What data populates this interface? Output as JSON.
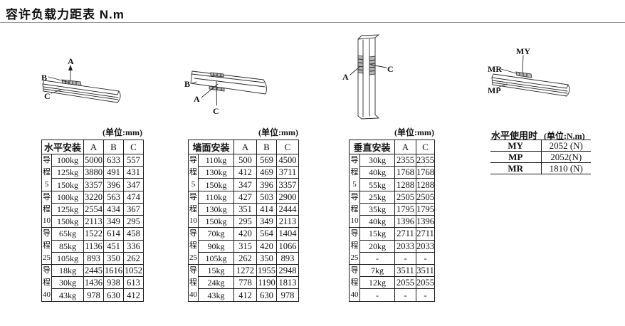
{
  "page": {
    "title": "容许负载力距表 N.m"
  },
  "sections": [
    {
      "unit_label": "(单位:mm)",
      "diagram_labels": [
        "A",
        "B",
        "C"
      ],
      "table": {
        "title": "水平安装",
        "columns": [
          "A",
          "B",
          "C"
        ],
        "groups": [
          {
            "lead": "导程5",
            "rows": [
              [
                "100kg",
                "5000",
                "633",
                "557"
              ],
              [
                "125kg",
                "3880",
                "491",
                "431"
              ],
              [
                "150kg",
                "3357",
                "396",
                "347"
              ]
            ]
          },
          {
            "lead": "导程10",
            "rows": [
              [
                "100kg",
                "3220",
                "563",
                "474"
              ],
              [
                "125kg",
                "2554",
                "434",
                "367"
              ],
              [
                "150kg",
                "2113",
                "349",
                "295"
              ]
            ]
          },
          {
            "lead": "导程25",
            "rows": [
              [
                "65kg",
                "1522",
                "614",
                "458"
              ],
              [
                "85kg",
                "1136",
                "451",
                "336"
              ],
              [
                "105kg",
                "893",
                "350",
                "262"
              ]
            ]
          },
          {
            "lead": "导程40",
            "rows": [
              [
                "18kg",
                "2445",
                "1616",
                "1052"
              ],
              [
                "30kg",
                "1436",
                "938",
                "613"
              ],
              [
                "43kg",
                "978",
                "630",
                "412"
              ]
            ]
          }
        ]
      }
    },
    {
      "unit_label": "(单位:mm)",
      "diagram_labels": [
        "B",
        "A",
        "C"
      ],
      "table": {
        "title": "墙面安装",
        "columns": [
          "A",
          "B",
          "C"
        ],
        "groups": [
          {
            "lead": "导程5",
            "rows": [
              [
                "110kg",
                "500",
                "569",
                "4500"
              ],
              [
                "130kg",
                "412",
                "469",
                "3711"
              ],
              [
                "150kg",
                "347",
                "396",
                "3357"
              ]
            ]
          },
          {
            "lead": "导程10",
            "rows": [
              [
                "110kg",
                "427",
                "503",
                "2900"
              ],
              [
                "130kg",
                "351",
                "414",
                "2444"
              ],
              [
                "150kg",
                "295",
                "349",
                "2113"
              ]
            ]
          },
          {
            "lead": "导程25",
            "rows": [
              [
                "70kg",
                "420",
                "564",
                "1404"
              ],
              [
                "90kg",
                "315",
                "420",
                "1066"
              ],
              [
                "105kg",
                "262",
                "350",
                "893"
              ]
            ]
          },
          {
            "lead": "导程40",
            "rows": [
              [
                "15kg",
                "1272",
                "1955",
                "2948"
              ],
              [
                "24kg",
                "778",
                "1190",
                "1813"
              ],
              [
                "43kg",
                "412",
                "630",
                "978"
              ]
            ]
          }
        ]
      }
    },
    {
      "unit_label": "(单位:mm)",
      "diagram_labels": [
        "A",
        "C"
      ],
      "table": {
        "title": "垂直安装",
        "columns": [
          "A",
          "C"
        ],
        "groups": [
          {
            "lead": "导程5",
            "rows": [
              [
                "30kg",
                "2355",
                "2355"
              ],
              [
                "40kg",
                "1768",
                "1768"
              ],
              [
                "55kg",
                "1288",
                "1288"
              ]
            ]
          },
          {
            "lead": "导程10",
            "rows": [
              [
                "25kg",
                "2505",
                "2505"
              ],
              [
                "35kg",
                "1795",
                "1795"
              ],
              [
                "40kg",
                "1396",
                "1396"
              ]
            ]
          },
          {
            "lead": "导程25",
            "rows": [
              [
                "15kg",
                "2711",
                "2711"
              ],
              [
                "20kg",
                "2033",
                "2033"
              ],
              [
                "-",
                "-",
                "-"
              ]
            ]
          },
          {
            "lead": "导程40",
            "rows": [
              [
                "7kg",
                "3511",
                "3511"
              ],
              [
                "12kg",
                "2055",
                "2055"
              ],
              [
                "-",
                "-",
                "-"
              ]
            ]
          }
        ]
      }
    },
    {
      "header_title": "水平使用时",
      "unit_label": "(单位:N.m)",
      "diagram_labels": [
        "MY",
        "MR",
        "MP"
      ],
      "table": {
        "rows": [
          [
            "MY",
            "2052 (N)"
          ],
          [
            "MP",
            "2052(N)"
          ],
          [
            "MR",
            "1810 (N)"
          ]
        ]
      }
    }
  ]
}
